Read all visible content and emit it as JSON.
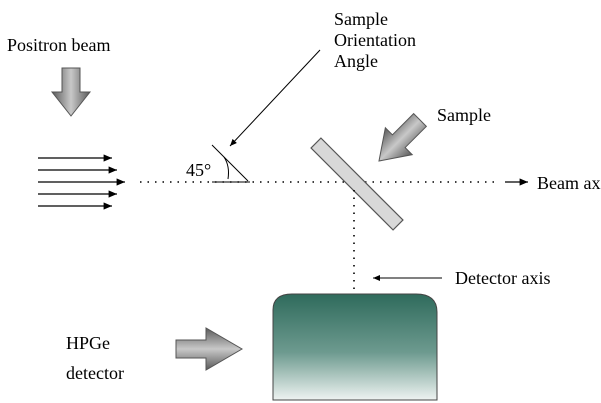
{
  "labels": {
    "positron_beam": "Positron beam",
    "sample_orientation": [
      "Sample",
      "Orientation",
      "Angle"
    ],
    "angle": "45°",
    "sample": "Sample",
    "beam_axis": "Beam axis",
    "detector_axis": "Detector axis",
    "hpge": [
      "HPGe",
      "detector"
    ]
  },
  "colors": {
    "block_arrow": "#7f7f7f",
    "detector_top": "#2f6b5c",
    "detector_bottom": "#e8efec"
  }
}
